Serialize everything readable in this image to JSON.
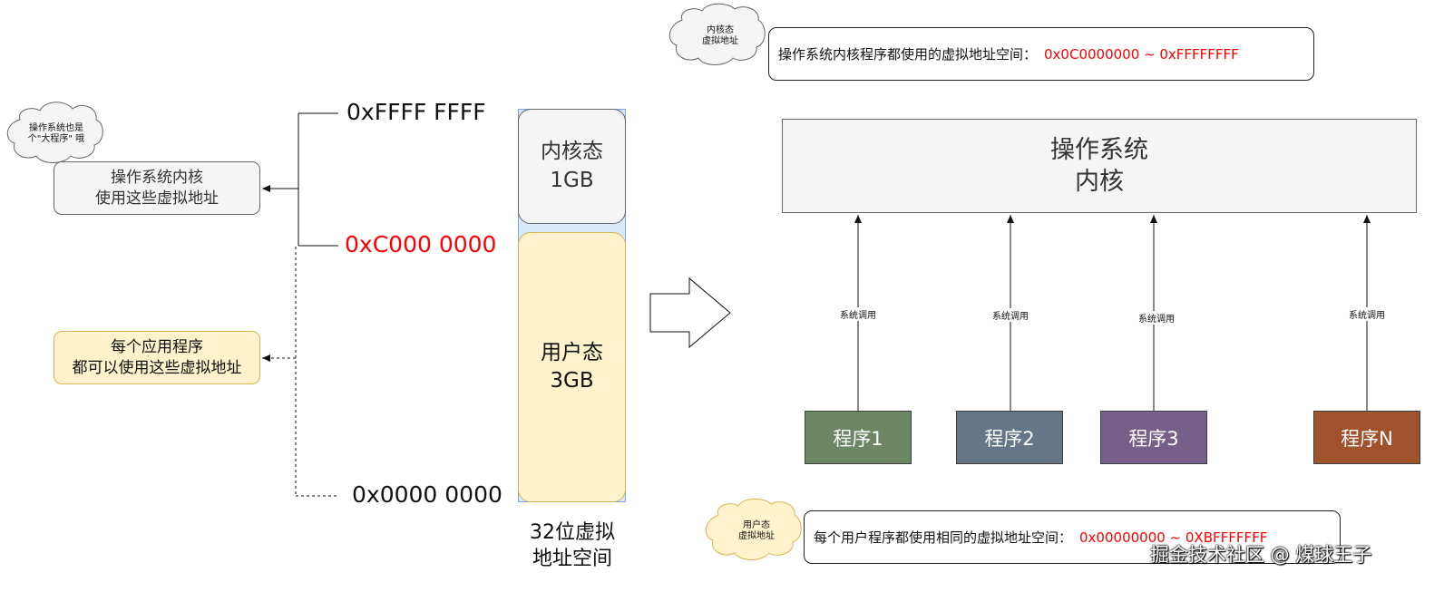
{
  "left": {
    "addresses": {
      "top": "0xFFFF FFFF",
      "middle": "0xC000 0000",
      "bottom": "0x0000 0000"
    },
    "kernel_block": "内核态\n1GB",
    "user_block": "用户态\n3GB",
    "space_caption": "32位虚拟\n地址空间",
    "kernel_note": "操作系统内核\n使用这些虚拟地址",
    "app_note": "每个应用程序\n都可以使用这些虚拟地址",
    "cloud_note": "操作系统也是\n个\"大程序\" 哦"
  },
  "right": {
    "kernel_cloud": "内核态\n虚拟地址",
    "kernel_callout": {
      "text": "操作系统内核程序都使用的虚拟地址空间：",
      "range": "0x0C0000000 ~  0xFFFFFFFF"
    },
    "os_kernel": "操作系统\n内核",
    "syscall_label": "系统调用",
    "programs": [
      {
        "label": "程序1",
        "color": "#6d8764"
      },
      {
        "label": "程序2",
        "color": "#647687"
      },
      {
        "label": "程序3",
        "color": "#76608a"
      },
      {
        "label": "程序N",
        "color": "#a0522d"
      }
    ],
    "user_cloud": "用户态\n虚拟地址",
    "user_callout": {
      "text": "每个用户程序都使用相同的虚拟地址空间：",
      "range": "0x00000000 ~  0XBFFFFFFF"
    }
  },
  "colors": {
    "kernel_fill": "#f5f5f5",
    "user_fill": "#fff2cc",
    "user_stroke": "#d6b656",
    "memory_border": "#7ea6e0",
    "memory_bg": "#dae8fc",
    "highlight": "#ff0000"
  },
  "watermark": "掘金技术社区 @ 煤球王子"
}
